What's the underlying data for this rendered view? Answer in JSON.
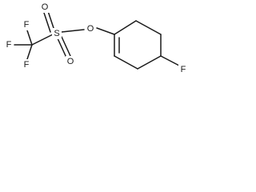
{
  "molecule": {
    "atoms": {
      "fluorine_1": "F",
      "fluorine_2": "F",
      "fluorine_3": "F",
      "sulfur": "S",
      "oxygen_top": "O",
      "oxygen_bottom": "O",
      "oxygen_ester": "O",
      "fluorine_ring": "F"
    }
  }
}
